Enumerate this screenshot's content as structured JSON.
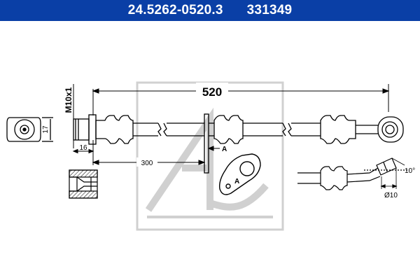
{
  "header": {
    "part_number": "24.5262-0520.3",
    "article_number": "331349",
    "background": "#0a3fa6"
  },
  "dimensions": {
    "total_length": "520",
    "thread": "M10x1",
    "fitting_height": "17",
    "fitting_length": "16",
    "bracket_position": "300",
    "section_marker": "A",
    "bracket_detail_label": "A",
    "angle": "10°",
    "diameter": "Ø10"
  },
  "watermark": "Ate"
}
